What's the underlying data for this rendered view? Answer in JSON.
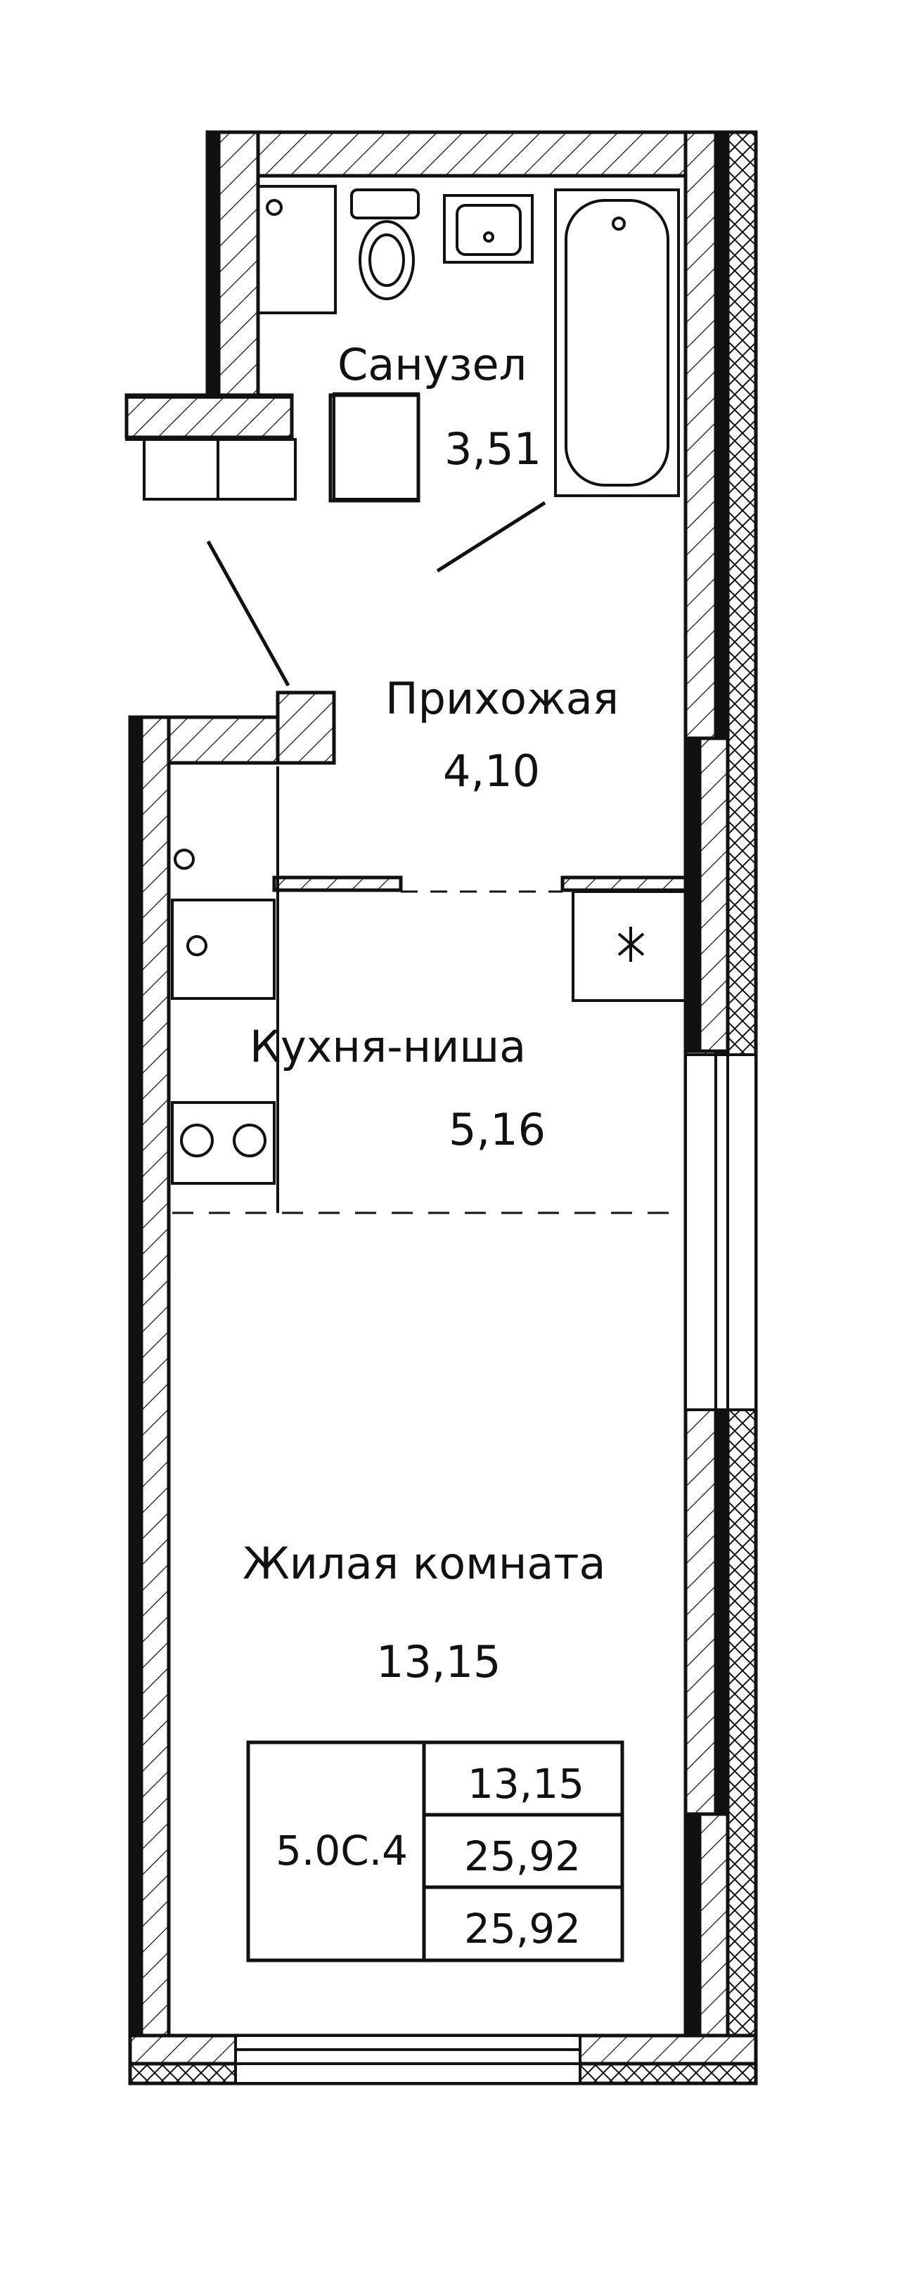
{
  "rooms": {
    "bathroom": {
      "name": "Санузел",
      "area": "3,51"
    },
    "hallway": {
      "name": "Прихожая",
      "area": "4,10"
    },
    "kitchen": {
      "name": "Кухня-ниша",
      "area": "5,16"
    },
    "living": {
      "name": "Жилая комната",
      "area": "13,15"
    }
  },
  "apartment_table": {
    "code": "5.0С.4",
    "values": [
      "13,15",
      "25,92",
      "25,92"
    ]
  },
  "colors": {
    "ink": "#111111",
    "background": "#ffffff"
  }
}
